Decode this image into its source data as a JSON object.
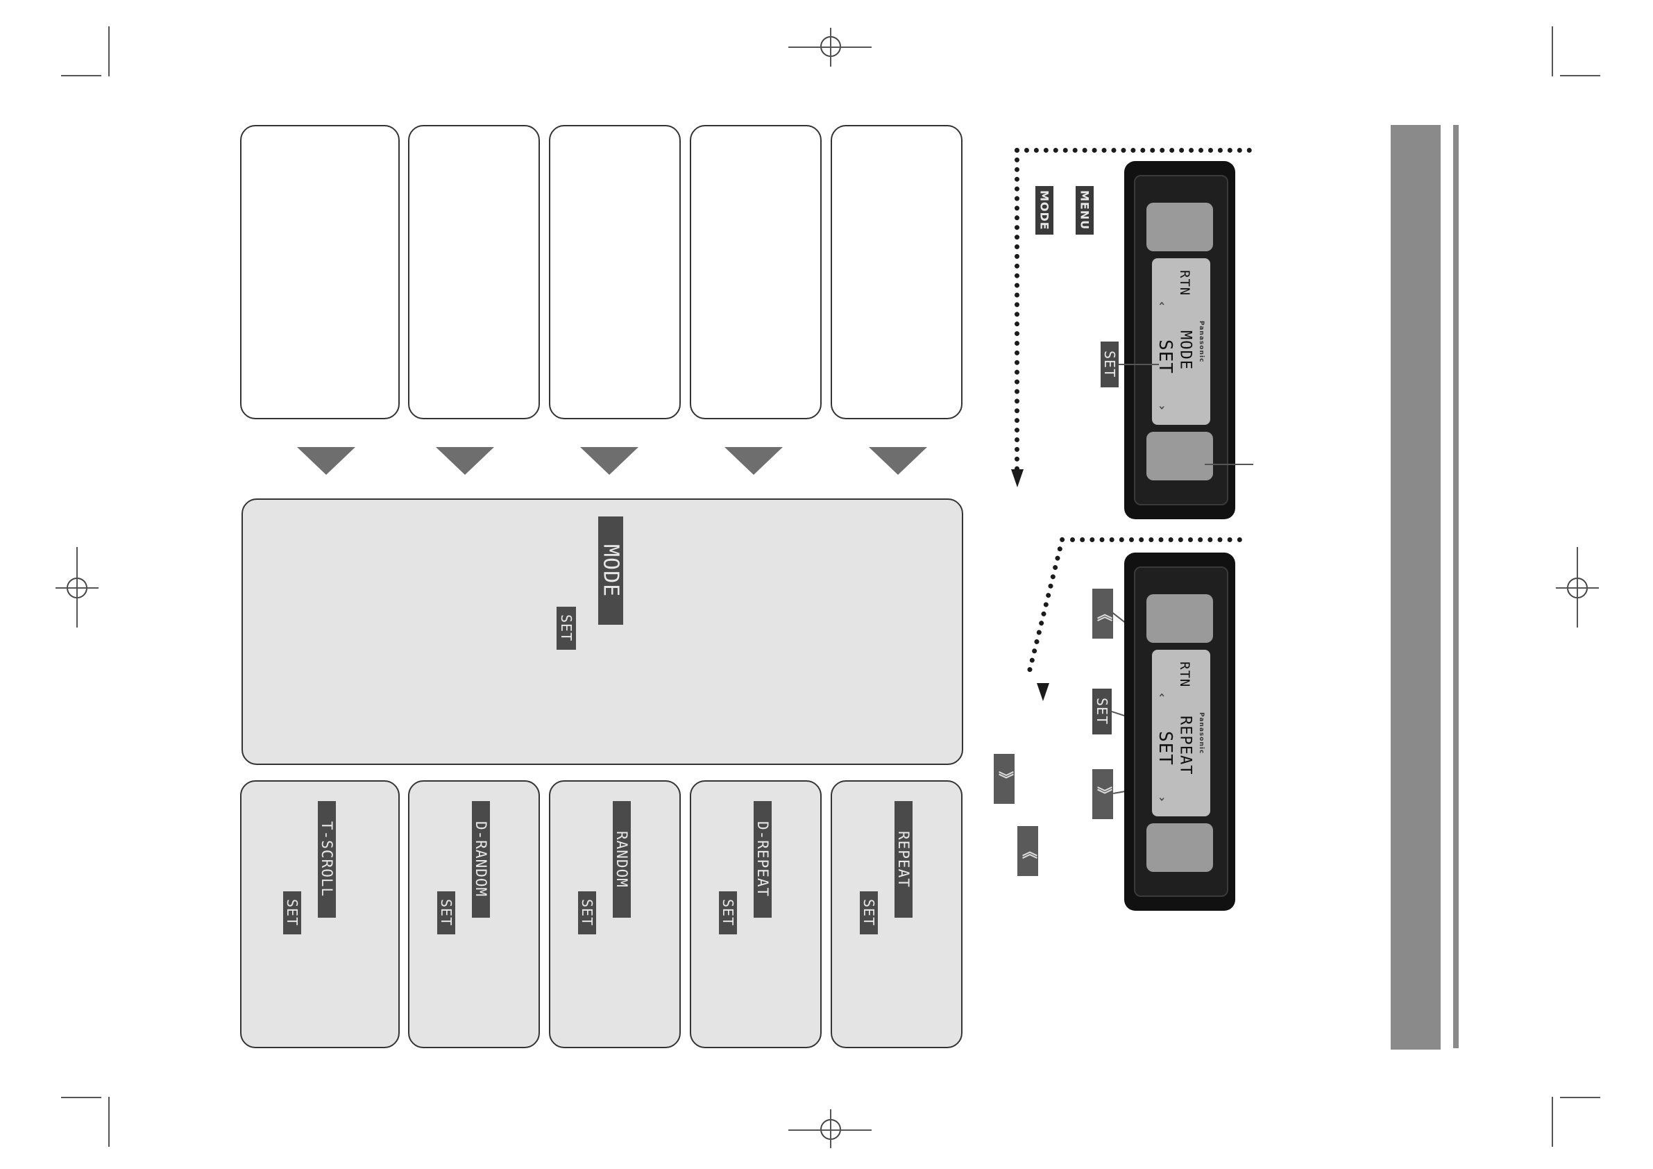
{
  "diagram_top_box": {
    "display_label": "MODE",
    "set_label": "SET"
  },
  "option_panels": [
    {
      "display_label": "T-SCROLL",
      "set_label": "SET"
    },
    {
      "display_label": "D-RANDOM",
      "set_label": "SET"
    },
    {
      "display_label": "RANDOM",
      "set_label": "SET"
    },
    {
      "display_label": "D-REPEAT",
      "set_label": "SET"
    },
    {
      "display_label": "REPEAT",
      "set_label": "SET"
    }
  ],
  "device_upper": {
    "display_lines": [
      "RTN",
      "MODE",
      "SET"
    ],
    "brand": "Panasonic",
    "set_callout": "SET",
    "badges": [
      "MENU",
      "MODE"
    ]
  },
  "device_lower": {
    "display_lines": [
      "RTN",
      "REPEAT",
      "SET"
    ],
    "brand": "Panasonic",
    "set_callout": "SET"
  },
  "colors": {
    "panel_gray": "#e4e4e4",
    "lcd_dark": "#4a4a4a",
    "triangle": "#6e6e6e",
    "side_bar": "#8a8a8a"
  }
}
